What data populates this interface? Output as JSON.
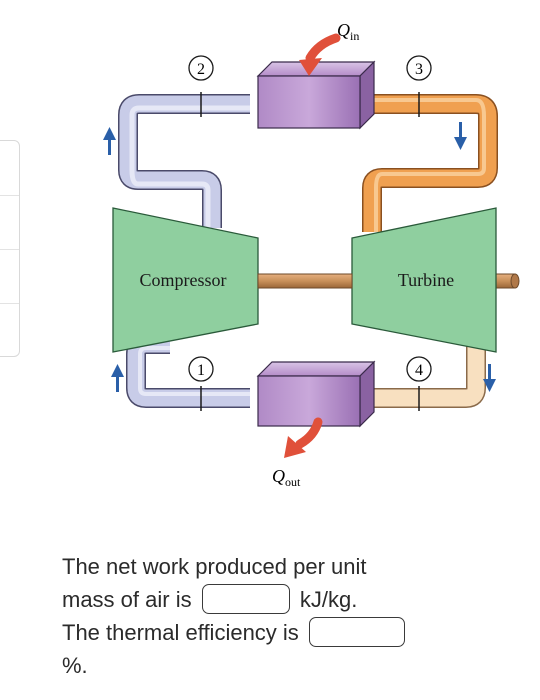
{
  "diagram": {
    "heat_in_label": "Q",
    "heat_in_sub": "in",
    "heat_out_label": "Q",
    "heat_out_sub": "out",
    "compressor_label": "Compressor",
    "turbine_label": "Turbine",
    "states": [
      "1",
      "2",
      "3",
      "4"
    ],
    "colors": {
      "cold_pipe": "#c8cce8",
      "hot_pipe": "#f0a050",
      "warm_pipe": "#f8e0c0",
      "heat_exchanger": "#b48cc8",
      "machine": "#8fcf9f",
      "shaft": "#c8905a",
      "arrow_blue": "#2a5fa8",
      "heat_arrow": "#e0503a"
    }
  },
  "question": {
    "line1": "The net work produced per unit",
    "line2_pre": "mass of air is",
    "line2_post": "kJ/kg.",
    "line3_pre": "The thermal efficiency is",
    "line4": "%."
  }
}
